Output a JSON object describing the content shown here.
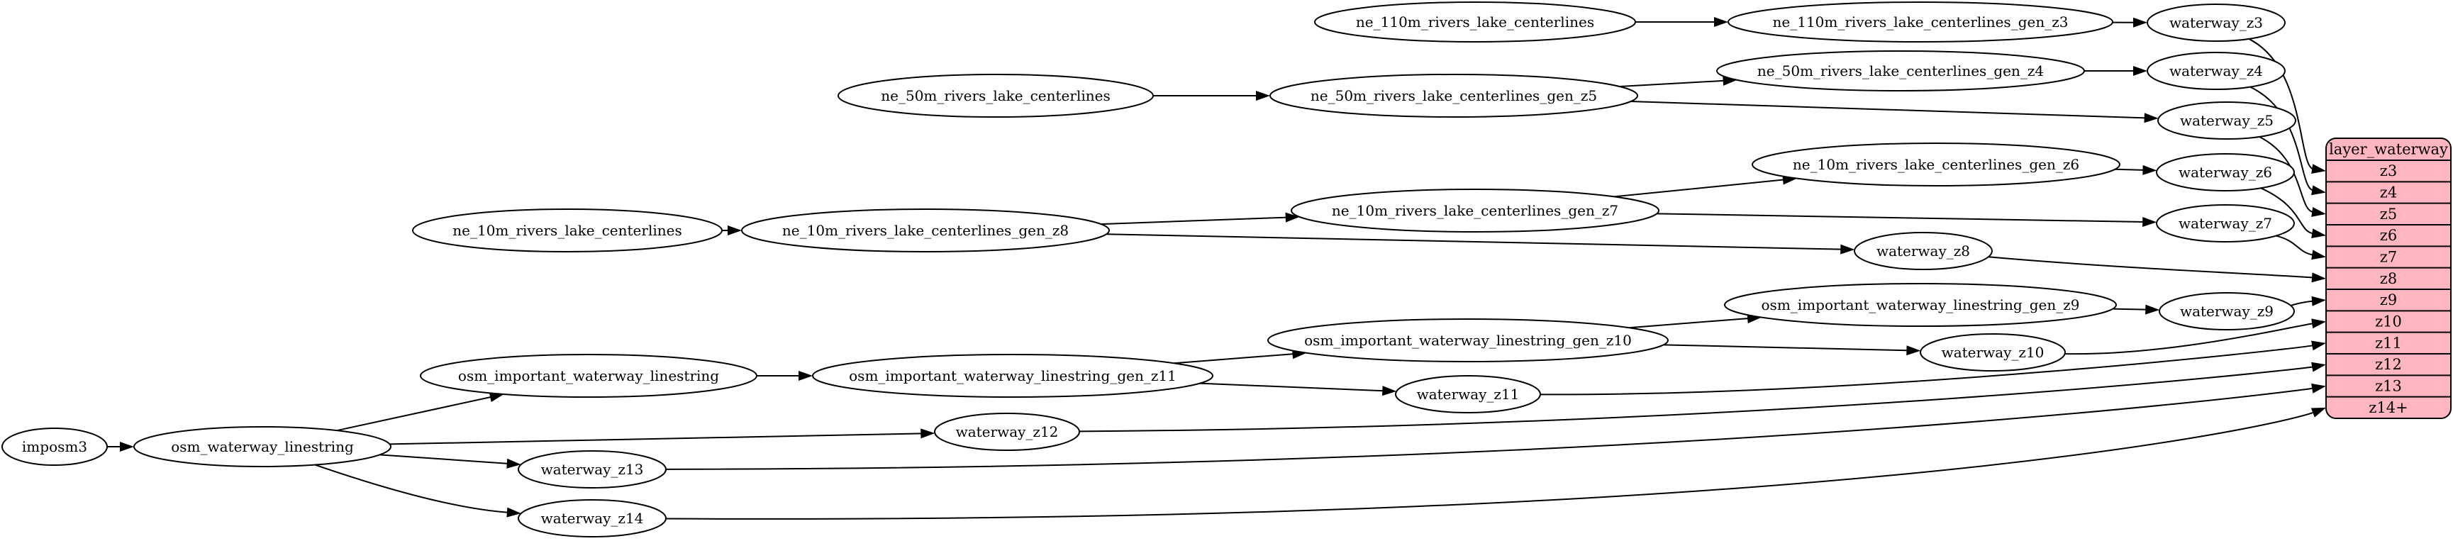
{
  "diagram": {
    "type": "dependency-graph",
    "background": "#ffffff",
    "node_fill": "#ffffff",
    "stroke_color": "#000000",
    "nodes": [
      "imposm3",
      "osm_waterway_linestring",
      "osm_important_waterway_linestring",
      "osm_important_waterway_linestring_gen_z11",
      "osm_important_waterway_linestring_gen_z10",
      "osm_important_waterway_linestring_gen_z9",
      "ne_10m_rivers_lake_centerlines",
      "ne_10m_rivers_lake_centerlines_gen_z8",
      "ne_10m_rivers_lake_centerlines_gen_z7",
      "ne_10m_rivers_lake_centerlines_gen_z6",
      "ne_50m_rivers_lake_centerlines",
      "ne_50m_rivers_lake_centerlines_gen_z5",
      "ne_50m_rivers_lake_centerlines_gen_z4",
      "ne_110m_rivers_lake_centerlines",
      "ne_110m_rivers_lake_centerlines_gen_z3",
      "waterway_z3",
      "waterway_z4",
      "waterway_z5",
      "waterway_z6",
      "waterway_z7",
      "waterway_z8",
      "waterway_z9",
      "waterway_z10",
      "waterway_z11",
      "waterway_z12",
      "waterway_z13",
      "waterway_z14"
    ],
    "edges": [
      [
        "imposm3",
        "osm_waterway_linestring"
      ],
      [
        "osm_waterway_linestring",
        "osm_important_waterway_linestring"
      ],
      [
        "osm_waterway_linestring",
        "waterway_z12"
      ],
      [
        "osm_waterway_linestring",
        "waterway_z13"
      ],
      [
        "osm_waterway_linestring",
        "waterway_z14"
      ],
      [
        "osm_important_waterway_linestring",
        "osm_important_waterway_linestring_gen_z11"
      ],
      [
        "osm_important_waterway_linestring_gen_z11",
        "osm_important_waterway_linestring_gen_z10"
      ],
      [
        "osm_important_waterway_linestring_gen_z11",
        "waterway_z11"
      ],
      [
        "osm_important_waterway_linestring_gen_z10",
        "osm_important_waterway_linestring_gen_z9"
      ],
      [
        "osm_important_waterway_linestring_gen_z10",
        "waterway_z10"
      ],
      [
        "osm_important_waterway_linestring_gen_z9",
        "waterway_z9"
      ],
      [
        "ne_10m_rivers_lake_centerlines",
        "ne_10m_rivers_lake_centerlines_gen_z8"
      ],
      [
        "ne_10m_rivers_lake_centerlines_gen_z8",
        "ne_10m_rivers_lake_centerlines_gen_z7"
      ],
      [
        "ne_10m_rivers_lake_centerlines_gen_z8",
        "waterway_z8"
      ],
      [
        "ne_10m_rivers_lake_centerlines_gen_z7",
        "ne_10m_rivers_lake_centerlines_gen_z6"
      ],
      [
        "ne_10m_rivers_lake_centerlines_gen_z7",
        "waterway_z7"
      ],
      [
        "ne_10m_rivers_lake_centerlines_gen_z6",
        "waterway_z6"
      ],
      [
        "ne_50m_rivers_lake_centerlines",
        "ne_50m_rivers_lake_centerlines_gen_z5"
      ],
      [
        "ne_50m_rivers_lake_centerlines_gen_z5",
        "ne_50m_rivers_lake_centerlines_gen_z4"
      ],
      [
        "ne_50m_rivers_lake_centerlines_gen_z5",
        "waterway_z5"
      ],
      [
        "ne_50m_rivers_lake_centerlines_gen_z4",
        "waterway_z4"
      ],
      [
        "ne_110m_rivers_lake_centerlines",
        "ne_110m_rivers_lake_centerlines_gen_z3"
      ],
      [
        "ne_110m_rivers_lake_centerlines_gen_z3",
        "waterway_z3"
      ]
    ],
    "table": {
      "title": "layer_waterway",
      "fill": "#ffb6c1",
      "border": "#000000",
      "rows": [
        "z3",
        "z4",
        "z5",
        "z6",
        "z7",
        "z8",
        "z9",
        "z10",
        "z11",
        "z12",
        "z13",
        "z14+"
      ]
    },
    "row_links": [
      [
        "waterway_z3",
        "z3"
      ],
      [
        "waterway_z4",
        "z4"
      ],
      [
        "waterway_z5",
        "z5"
      ],
      [
        "waterway_z6",
        "z6"
      ],
      [
        "waterway_z7",
        "z7"
      ],
      [
        "waterway_z8",
        "z8"
      ],
      [
        "waterway_z9",
        "z9"
      ],
      [
        "waterway_z10",
        "z10"
      ],
      [
        "waterway_z11",
        "z11"
      ],
      [
        "waterway_z12",
        "z12"
      ],
      [
        "waterway_z13",
        "z13"
      ],
      [
        "waterway_z14",
        "z14+"
      ]
    ]
  }
}
